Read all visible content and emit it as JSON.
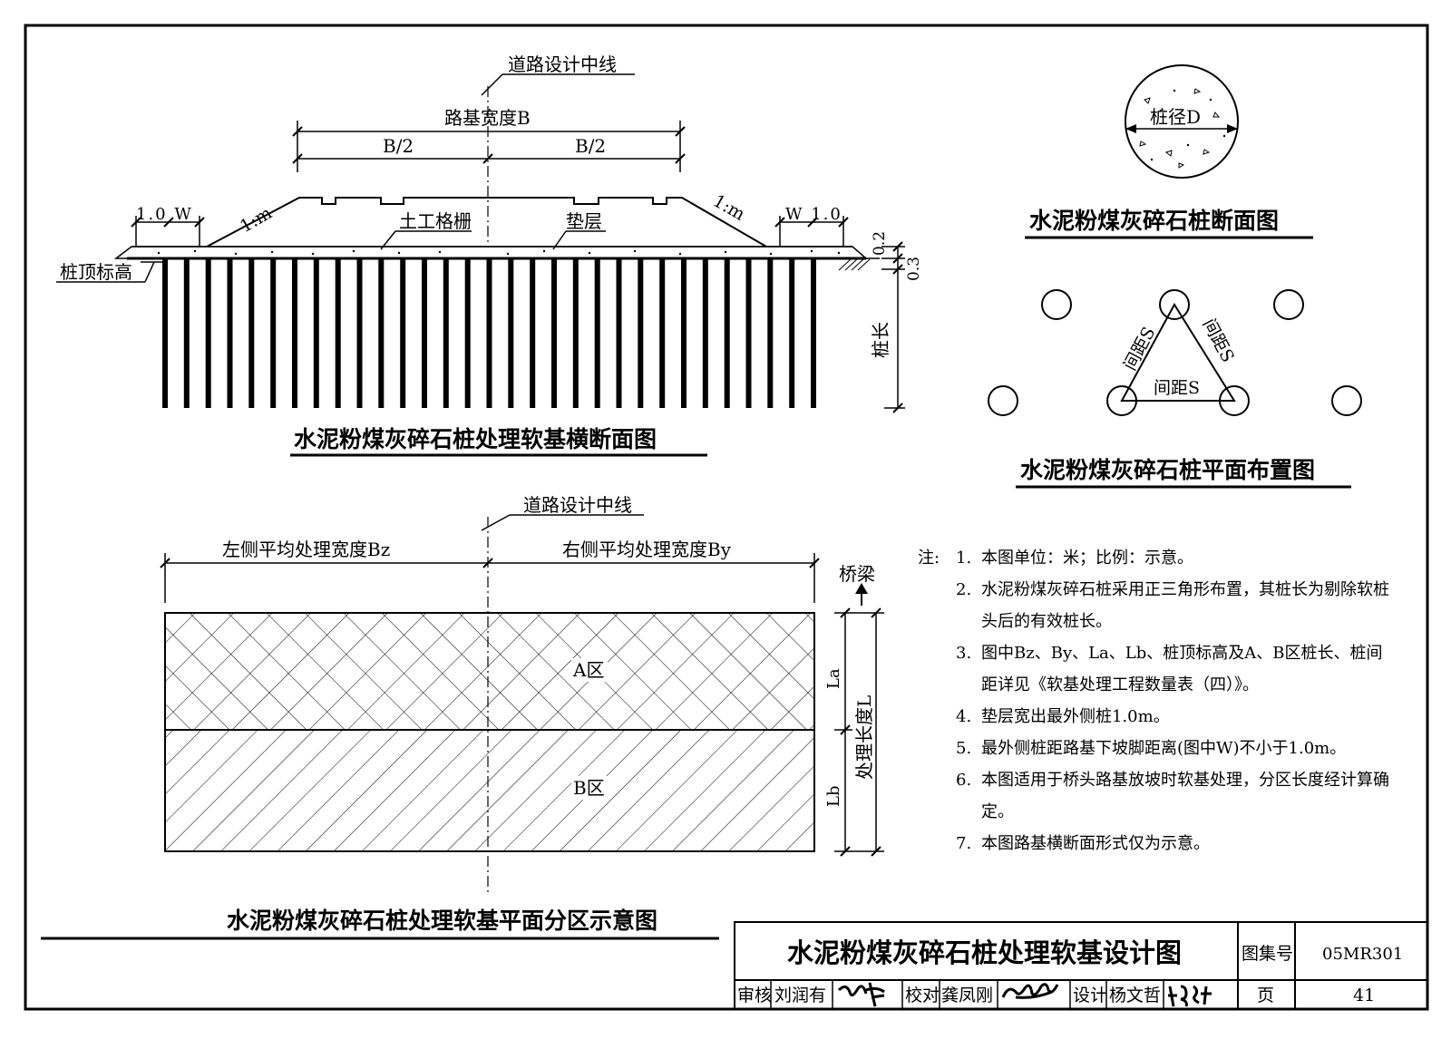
{
  "cross_section": {
    "title": "水泥粉煤灰碎石桩处理软基横断面图",
    "centerline": "道路设计中线",
    "roadbed_width": "路基宽度B",
    "half_width_left": "B/2",
    "half_width_right": "B/2",
    "slope_left": "1:m",
    "slope_right": "1:m",
    "left_offsets": "1.0 W",
    "right_offsets": "W 1.0",
    "geogrid": "土工格栅",
    "cushion": "垫层",
    "pile_top_elevation": "桩顶标高",
    "dim_cushion": "0.2",
    "dim_gravel": "0.3",
    "pile_length": "桩长"
  },
  "pile_section": {
    "title": "水泥粉煤灰碎石桩断面图",
    "diameter_label": "桩径D"
  },
  "pile_layout": {
    "title": "水泥粉煤灰碎石桩平面布置图",
    "spacing_left": "间距S",
    "spacing_right": "间距S",
    "spacing_bottom": "间距S"
  },
  "plan_zoning": {
    "title": "水泥粉煤灰碎石桩处理软基平面分区示意图",
    "centerline": "道路设计中线",
    "left_width": "左侧平均处理宽度Bz",
    "right_width": "右侧平均处理宽度By",
    "bridge": "桥梁",
    "zone_a": "A区",
    "zone_b": "B区",
    "la": "La",
    "lb": "Lb",
    "total_length": "处理长度L"
  },
  "notes": {
    "label": "注:",
    "items": [
      {
        "num": "1.",
        "text": "本图单位：米；比例：示意。"
      },
      {
        "num": "2.",
        "text": "水泥粉煤灰碎石桩采用正三角形布置，其桩长为剔除软桩头后的有效桩长。"
      },
      {
        "num": "3.",
        "text": "图中Bz、By、La、Lb、桩顶标高及A、B区桩长、桩间距详见《软基处理工程数量表（四）》。"
      },
      {
        "num": "4.",
        "text": "垫层宽出最外侧桩1.0m。"
      },
      {
        "num": "5.",
        "text": "最外侧桩距路基下坡脚距离(图中W)不小于1.0m。"
      },
      {
        "num": "6.",
        "text": "本图适用于桥头路基放坡时软基处理，分区长度经计算确定。"
      },
      {
        "num": "7.",
        "text": "本图路基横断面形式仅为示意。"
      }
    ]
  },
  "title_block": {
    "drawing_title": "水泥粉煤灰碎石桩处理软基设计图",
    "atlas_no_label": "图集号",
    "atlas_no": "05MR301",
    "page_label": "页",
    "page": "41",
    "review_label": "审核",
    "reviewer": "刘润有",
    "check_label": "校对",
    "checker": "龚凤刚",
    "design_label": "设计",
    "designer": "杨文哲"
  }
}
